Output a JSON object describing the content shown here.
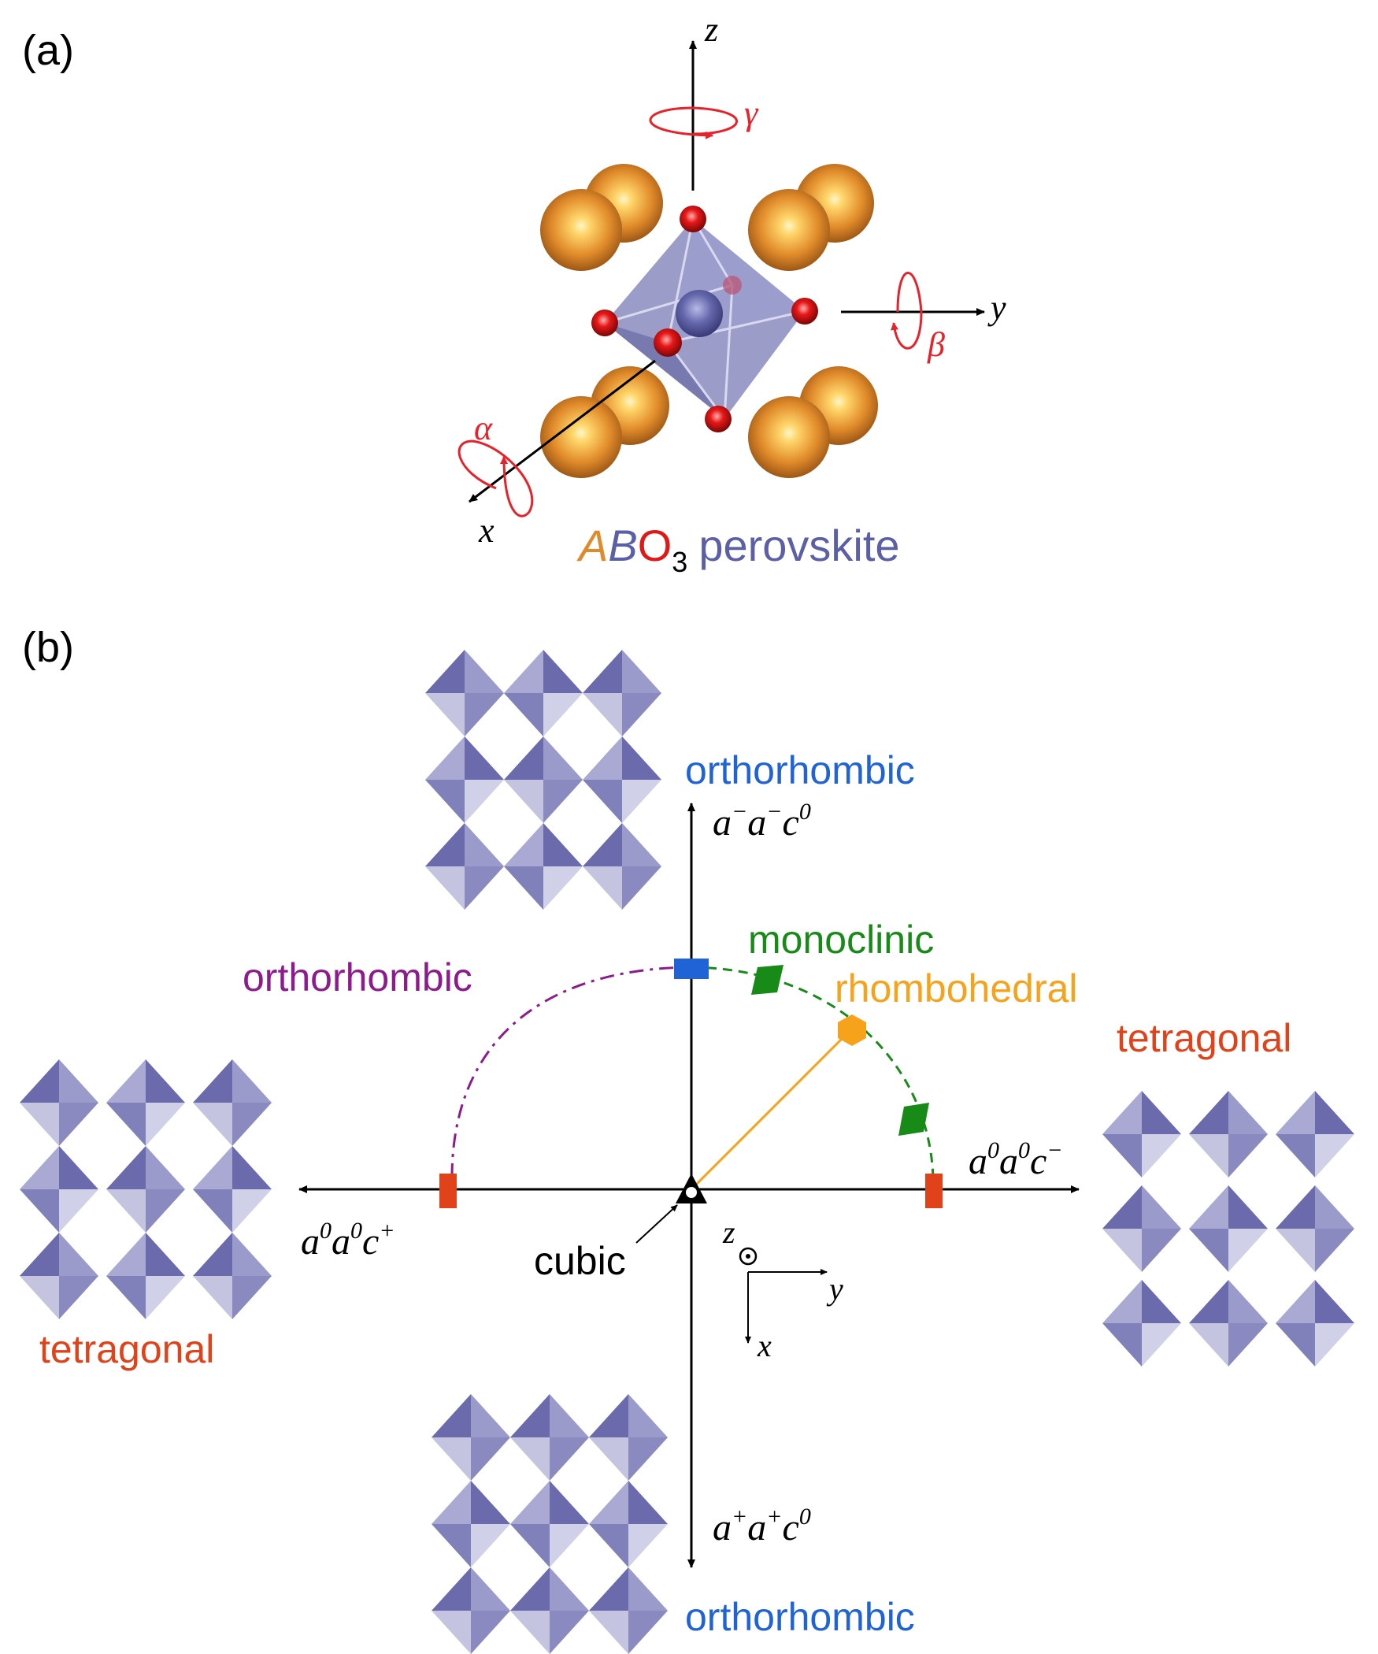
{
  "panel_a": {
    "label": "(a)",
    "axes": {
      "x": "x",
      "y": "y",
      "z": "z"
    },
    "rotations": {
      "alpha": "α",
      "beta": "β",
      "gamma": "γ"
    },
    "formula": {
      "A": "A",
      "B": "B",
      "O": "O",
      "sub": "3",
      "rest": "perovskite"
    }
  },
  "panel_b": {
    "label": "(b)",
    "axis_labels": {
      "top": {
        "p1": "a",
        "s1": "−",
        "p2": "a",
        "s2": "−",
        "p3": "c",
        "s3": "0"
      },
      "bottom": {
        "p1": "a",
        "s1": "+",
        "p2": "a",
        "s2": "+",
        "p3": "c",
        "s3": "0"
      },
      "right": {
        "p1": "a",
        "s1": "0",
        "p2": "a",
        "s2": "0",
        "p3": "c",
        "s3": "−"
      },
      "left": {
        "p1": "a",
        "s1": "0",
        "p2": "a",
        "s2": "0",
        "p3": "c",
        "s3": "+"
      }
    },
    "phase_labels": {
      "orthorhombic_top": "orthorhombic",
      "orthorhombic_bottom": "orthorhombic",
      "orthorhombic_left": "orthorhombic",
      "monoclinic": "monoclinic",
      "rhombohedral": "rhombohedral",
      "tetragonal_right": "tetragonal",
      "tetragonal_left": "tetragonal",
      "cubic": "cubic"
    },
    "frame": {
      "z": "z",
      "y": "y",
      "x": "x"
    }
  },
  "colors": {
    "rotation": "#e8222a",
    "A_site": "#e08a2a",
    "B_site": "#5b5fa6",
    "O_site": "#e01818",
    "orthorhombic_blue": "#1f63d6",
    "monoclinic_green": "#178a17",
    "rhombohedral_orange": "#f7a21b",
    "tetragonal_red": "#e0421a",
    "orthorhombic_purple": "#8e1b8e",
    "octahedron_dark": "#6a6aac",
    "octahedron_light": "#c4c4e0"
  }
}
